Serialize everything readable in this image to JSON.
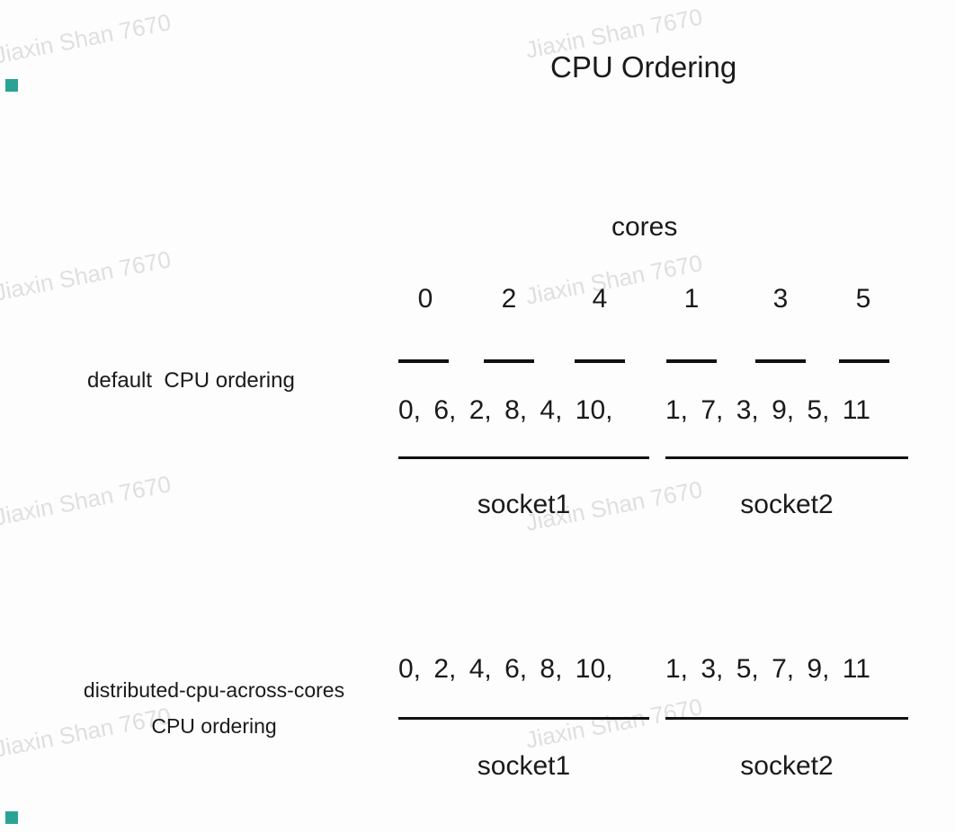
{
  "title": "CPU Ordering",
  "cores": {
    "label": "cores",
    "numbers": [
      "0",
      "2",
      "4",
      "1",
      "3",
      "5"
    ]
  },
  "default_section": {
    "label": "default  CPU ordering",
    "socket1_values": "0, 6, 2, 8, 4, 10,",
    "socket2_values": "1, 7, 3, 9, 5, 11",
    "socket1_label": "socket1",
    "socket2_label": "socket2"
  },
  "distributed_section": {
    "label_line1": "distributed-cpu-across-cores",
    "label_line2": "CPU ordering",
    "socket1_values": "0, 2, 4, 6, 8, 10,",
    "socket2_values": "1, 3, 5, 7, 9, 11",
    "socket1_label": "socket1",
    "socket2_label": "socket2"
  },
  "watermark_text": "Jiaxin Shan 7670",
  "colors": {
    "text": "#1a1a1a",
    "watermark": "#cccccc",
    "accent_square": "#2aa394"
  }
}
